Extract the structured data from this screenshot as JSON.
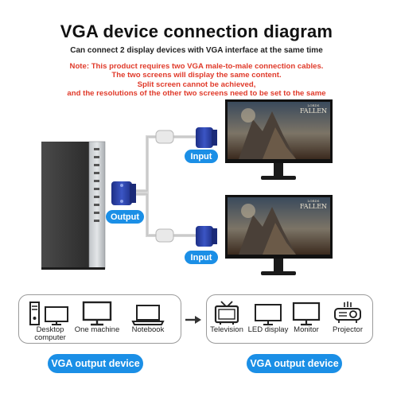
{
  "header": {
    "title": "VGA device connection diagram",
    "subtitle": "Can connect 2 display devices with VGA interface at the same time"
  },
  "notes": [
    "Note: This product requires two VGA male-to-male connection cables.",
    "The two screens will display the same content.",
    "Split screen cannot be achieved,",
    "and the resolutions of the other two screens need to be set to the same"
  ],
  "diagram": {
    "output_label": "Output",
    "input_top_label": "Input",
    "input_bottom_label": "Input",
    "screen_logo_small": "LORDS",
    "screen_logo_big": "FALLEN"
  },
  "output_devices": {
    "items": [
      {
        "label": "Desktop computer",
        "icon": "desktop-computer-icon"
      },
      {
        "label": "One machine",
        "icon": "all-in-one-icon"
      },
      {
        "label": "Notebook",
        "icon": "laptop-icon"
      }
    ],
    "caption": "VGA output device"
  },
  "input_devices": {
    "items": [
      {
        "label": "Television",
        "icon": "television-icon"
      },
      {
        "label": "LED display",
        "icon": "led-display-icon"
      },
      {
        "label": "Monitor",
        "icon": "monitor-icon"
      },
      {
        "label": "Projector",
        "icon": "projector-icon"
      }
    ],
    "caption": "VGA output device"
  },
  "colors": {
    "accent": "#1b8fe6",
    "note": "#e03a2a",
    "connector": "#2a3f9a"
  }
}
